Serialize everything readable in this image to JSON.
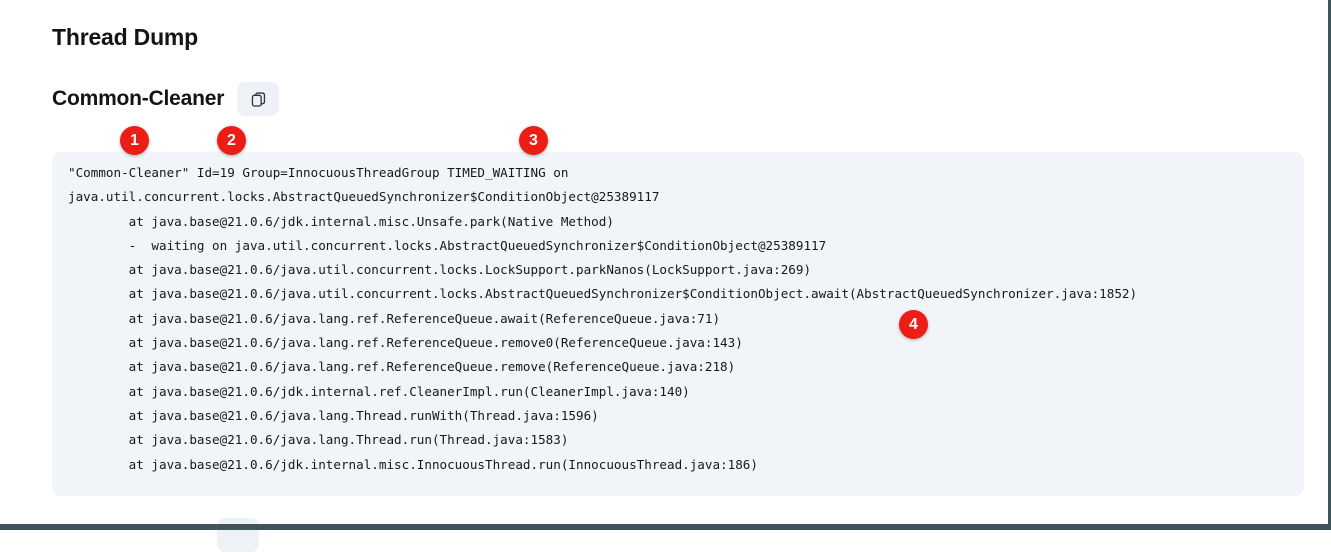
{
  "page": {
    "title": "Thread Dump"
  },
  "thread": {
    "name": "Common-Cleaner",
    "copy_button_label": "copy-icon",
    "icon": "copy-icon"
  },
  "code": {
    "language": "java-thread-dump",
    "lines": [
      "\"Common-Cleaner\" Id=19 Group=InnocuousThreadGroup TIMED_WAITING on",
      "java.util.concurrent.locks.AbstractQueuedSynchronizer$ConditionObject@25389117",
      "        at java.base@21.0.6/jdk.internal.misc.Unsafe.park(Native Method)",
      "        -  waiting on java.util.concurrent.locks.AbstractQueuedSynchronizer$ConditionObject@25389117",
      "        at java.base@21.0.6/java.util.concurrent.locks.LockSupport.parkNanos(LockSupport.java:269)",
      "        at java.base@21.0.6/java.util.concurrent.locks.AbstractQueuedSynchronizer$ConditionObject.await(AbstractQueuedSynchronizer.java:1852)",
      "        at java.base@21.0.6/java.lang.ref.ReferenceQueue.await(ReferenceQueue.java:71)",
      "        at java.base@21.0.6/java.lang.ref.ReferenceQueue.remove0(ReferenceQueue.java:143)",
      "        at java.base@21.0.6/java.lang.ref.ReferenceQueue.remove(ReferenceQueue.java:218)",
      "        at java.base@21.0.6/jdk.internal.ref.CleanerImpl.run(CleanerImpl.java:140)",
      "        at java.base@21.0.6/java.lang.Thread.runWith(Thread.java:1596)",
      "        at java.base@21.0.6/java.lang.Thread.run(Thread.java:1583)",
      "        at java.base@21.0.6/jdk.internal.misc.InnocuousThread.run(InnocuousThread.java:186)"
    ],
    "text": "\"Common-Cleaner\" Id=19 Group=InnocuousThreadGroup TIMED_WAITING on\njava.util.concurrent.locks.AbstractQueuedSynchronizer$ConditionObject@25389117\n        at java.base@21.0.6/jdk.internal.misc.Unsafe.park(Native Method)\n        -  waiting on java.util.concurrent.locks.AbstractQueuedSynchronizer$ConditionObject@25389117\n        at java.base@21.0.6/java.util.concurrent.locks.LockSupport.parkNanos(LockSupport.java:269)\n        at java.base@21.0.6/java.util.concurrent.locks.AbstractQueuedSynchronizer$ConditionObject.await(AbstractQueuedSynchronizer.java:1852)\n        at java.base@21.0.6/java.lang.ref.ReferenceQueue.await(ReferenceQueue.java:71)\n        at java.base@21.0.6/java.lang.ref.ReferenceQueue.remove0(ReferenceQueue.java:143)\n        at java.base@21.0.6/java.lang.ref.ReferenceQueue.remove(ReferenceQueue.java:218)\n        at java.base@21.0.6/jdk.internal.ref.CleanerImpl.run(CleanerImpl.java:140)\n        at java.base@21.0.6/java.lang.Thread.runWith(Thread.java:1596)\n        at java.base@21.0.6/java.lang.Thread.run(Thread.java:1583)\n        at java.base@21.0.6/jdk.internal.misc.InnocuousThread.run(InnocuousThread.java:186)"
  },
  "annotations": [
    {
      "id": "1",
      "label": "1"
    },
    {
      "id": "2",
      "label": "2"
    },
    {
      "id": "3",
      "label": "3"
    },
    {
      "id": "4",
      "label": "4"
    }
  ],
  "colors": {
    "annotation_badge": "#ec1c16",
    "code_background": "#f1f4f8",
    "copy_button_background": "#eef1f5",
    "text": "#121417",
    "bottom_bar": "#41545c"
  }
}
